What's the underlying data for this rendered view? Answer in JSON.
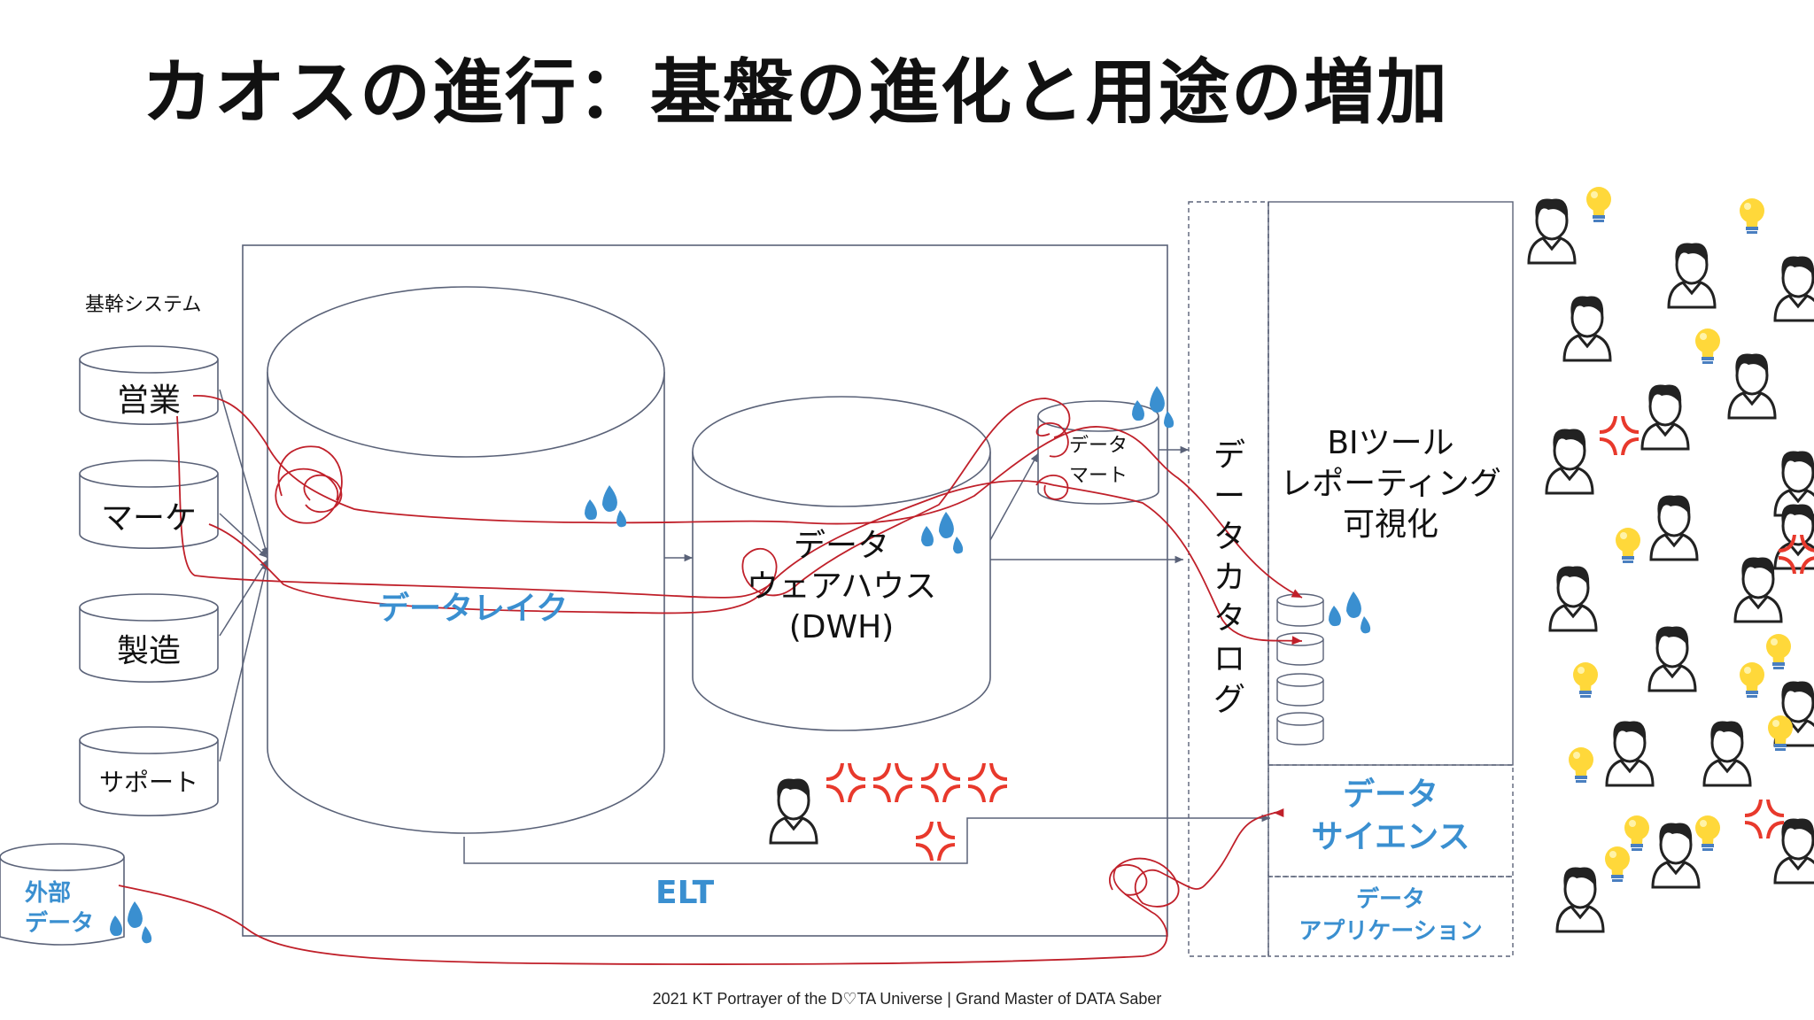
{
  "title": "カオスの進行：基盤の進化と用途の増加",
  "sources": {
    "header": "基幹システム",
    "items": [
      "営業",
      "マーケ",
      "製造",
      "サポート"
    ],
    "external": "外部\nデータ"
  },
  "platform": {
    "data_lake": "データレイク",
    "dwh": "データ\nウェアハウス\n(DWH)",
    "data_mart": "データ\nマート",
    "elt": "ELT"
  },
  "catalog": "データカタログ",
  "uses": {
    "bi": "BIツール\nレポーティング\n可視化",
    "data_science": "データ\nサイエンス",
    "data_app": "データ\nアプリケーション"
  },
  "footer": "2021 KT  Portrayer of the D♡TA Universe | Grand Master of DATA Saber",
  "colors": {
    "accent_blue": "#3a8fd0",
    "chaos_red": "#c0202a",
    "line_gray": "#5a6278",
    "anger_red": "#e8392c"
  }
}
